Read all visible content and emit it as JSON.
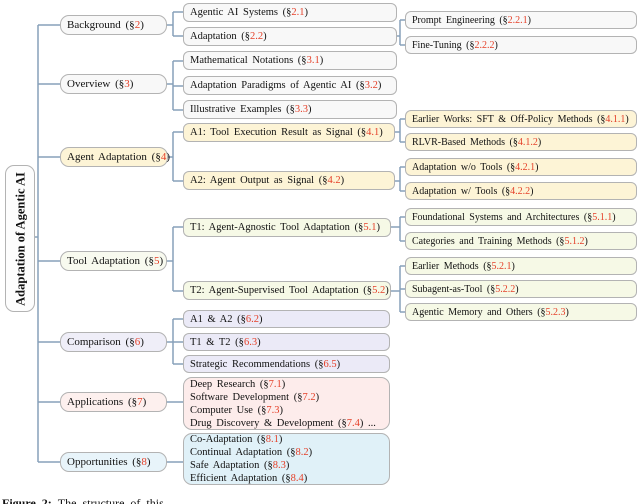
{
  "colors": {
    "connector": "#87a0ba",
    "border": "#b3b3b3",
    "ref": "#e54029",
    "gray": "#f8f8f8",
    "cream": "#fdf4d6",
    "green": "#f6f9e6",
    "lavender": "#ebeaf7",
    "pink": "#fdeceb",
    "blue": "#e0f1f8",
    "tool_label": "#f8faef",
    "comparison_label": "#efeef8",
    "applications_label": "#fdf0ee",
    "opportunities_label": "#e8f4fa"
  },
  "root": {
    "label": "Adaptation of Agentic AI"
  },
  "level2": [
    {
      "label": "Background (§2)"
    },
    {
      "label": "Overview (§3)"
    },
    {
      "label": "Agent Adaptation (§4)"
    },
    {
      "label": "Tool Adaptation (§5)"
    },
    {
      "label": "Comparison (§6)"
    },
    {
      "label": "Applications (§7)"
    },
    {
      "label": "Opportunities (§8)"
    }
  ],
  "level3": [
    "Agentic AI Systems (§2.1)",
    "Adaptation (§2.2)",
    "Mathematical Notations (§3.1)",
    "Adaptation Paradigms of Agentic AI (§3.2)",
    "Illustrative Examples (§3.3)",
    "A1:  Tool Execution Result as Signal (§4.1)",
    "A2:  Agent Output as Signal (§4.2)",
    "T1:  Agent-Agnostic Tool Adaptation (§5.1)",
    "T2:  Agent-Supervised Tool Adaptation (§5.2)",
    "A1 & A2 (§6.2)",
    "T1 & T2 (§6.3)",
    "Strategic Recommendations (§6.5)"
  ],
  "level4": [
    "Earlier Works:  SFT & Off-Policy Methods (§4.1.1)",
    "RLVR-Based Methods (§4.1.2)",
    "Adaptation w/o Tools (§4.2.1)",
    "Adaptation w/ Tools (§4.2.2)",
    "Foundational Systems and Architectures (§5.1.1)",
    "Categories and Training Methods (§5.1.2)",
    "Earlier Methods (§5.2.1)",
    "Subagent-as-Tool (§5.2.2)",
    "Agentic Memory and Others (§5.2.3)",
    "Prompt Engineering (§2.2.1)",
    "Fine-Tuning (§2.2.2)"
  ],
  "applications_items": [
    "Deep Research (§7.1)",
    "Software Development (§7.2)",
    "Computer Use (§7.3)",
    "Drug Discovery & Development (§7.4) ..."
  ],
  "opportunities_items": [
    "Co-Adaptation (§8.1)",
    "Continual Adaptation (§8.2)",
    "Safe Adaptation (§8.3)",
    "Efficient Adaptation (§8.4)"
  ],
  "caption": {
    "label": "Figure 2:",
    "text": "The structure of this"
  }
}
